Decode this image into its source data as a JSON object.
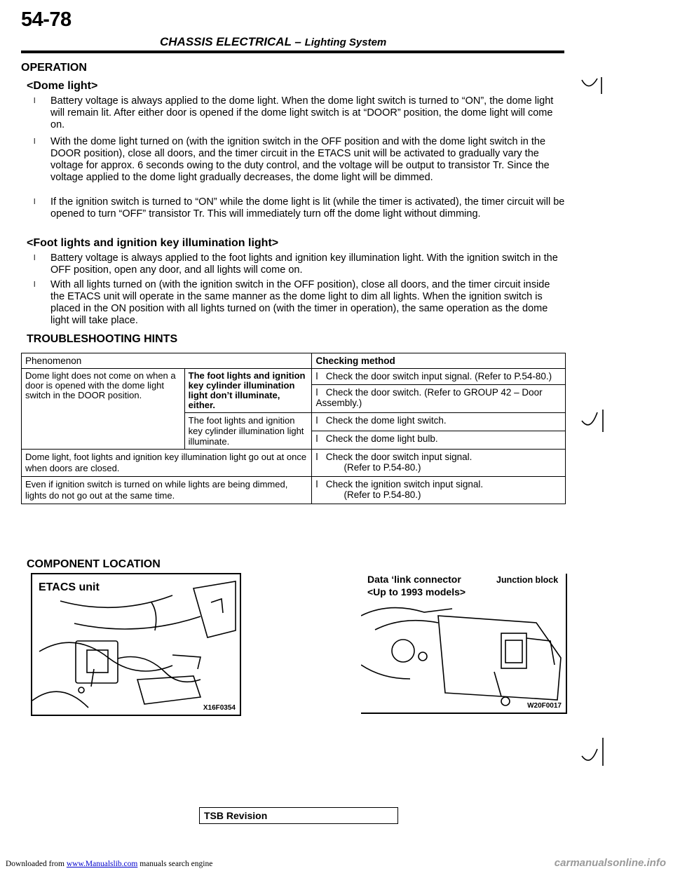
{
  "header": {
    "page_number": "54-78",
    "section": "CHASSIS ELECTRICAL",
    "dash": "–",
    "subsection": "Lighting System"
  },
  "operation": {
    "title": "OPERATION",
    "dome_heading": "<Dome light>",
    "dome_bullets": [
      "Battery voltage is always applied to the dome light. When the dome light switch is turned to “ON”, the dome light will remain lit. After either door is opened if the dome light switch is at “DOOR” position, the dome light will come on.",
      "With the dome light turned on (with the ignition switch in the OFF position and with the dome light switch in the DOOR position), close all doors, and the timer circuit in the ETACS unit will be activated to gradually vary the voltage for approx. 6 seconds owing to the duty control, and the voltage will be output to transistor Tr. Since the voltage applied to the dome light gradually decreases, the dome light will be dimmed.",
      "If the ignition switch is turned to “ON” while the dome light is lit (while the timer is activated), the timer circuit will be opened to turn “OFF” transistor Tr. This will immediately turn off the dome light without dimming."
    ],
    "foot_heading": "<Foot lights and ignition key illumination light>",
    "foot_bullets": [
      "Battery voltage is always applied to the foot lights and ignition key illumination light. With the ignition switch in the OFF position, open any door, and all lights will come on.",
      "With all lights turned on (with the ignition switch in the OFF position), close all doors, and the timer circuit inside the ETACS unit will operate in the same manner as the dome light to dim all lights. When the ignition switch is placed in the ON position with all lights turned on (with the timer in operation), the same operation as the dome light will take place."
    ]
  },
  "troubleshooting": {
    "title": "TROUBLESHOOTING HINTS",
    "col_phenomenon": "Phenomenon",
    "col_method": "Checking method",
    "rows": {
      "r1_phenomenon": "Dome light does not come on when a door is opened with the dome light switch in the DOOR position.",
      "r1_sub_a": "The foot lights and ignition key cylinder illumination light don’t illuminate, either.",
      "r1_sub_a_check1": "Check the door switch input signal. (Refer to P.54-80.)",
      "r1_sub_a_check2": "Check the door switch. (Refer to GROUP 42 – Door Assembly.)",
      "r1_sub_b": "The foot lights and ignition key cylinder illumination light illuminate.",
      "r1_sub_b_check1": "Check the dome light switch.",
      "r1_sub_b_check2": "Check the dome light bulb.",
      "r2_phenomenon": "Dome light, foot lights and ignition key illumination light go out at once when doors are closed.",
      "r2_check": "Check the door switch input signal.",
      "r2_ref": "(Refer to P.54-80.)",
      "r3_phenomenon": "Even if ignition switch is turned on while lights are being dimmed, lights do not go out at the same time.",
      "r3_check": "Check the ignition switch input signal.",
      "r3_ref": "(Refer to P.54-80.)"
    },
    "bullet": "l"
  },
  "components": {
    "title": "COMPONENT LOCATION",
    "left_label": "ETACS unit",
    "left_code": "X16F0354",
    "right_label1": "Data ‘link connector",
    "right_label2": "<Up to 1993 models>",
    "right_label3": "Junction block",
    "right_code": "W20F0017"
  },
  "tsb": "TSB Revision",
  "footer": {
    "prefix": "Downloaded from",
    "link": "www.Manualslib.com",
    "suffix": "manuals search engine",
    "right": "carmanualsonline.info"
  }
}
